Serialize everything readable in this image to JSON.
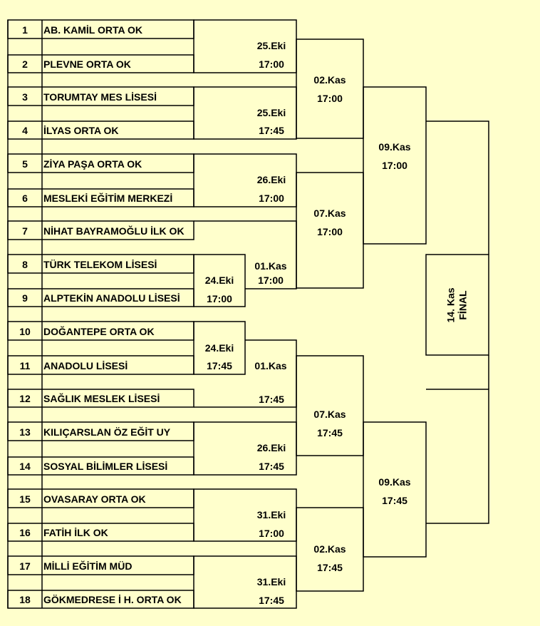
{
  "teams": [
    {
      "no": "1",
      "name": "AB. KAMİL ORTA OK"
    },
    {
      "no": "2",
      "name": "PLEVNE ORTA OK"
    },
    {
      "no": "3",
      "name": "TORUMTAY  MES LİSESİ"
    },
    {
      "no": "4",
      "name": "İLYAS ORTA OK"
    },
    {
      "no": "5",
      "name": "ZİYA PAŞA ORTA OK"
    },
    {
      "no": "6",
      "name": "MESLEKİ EĞİTİM MERKEZİ"
    },
    {
      "no": "7",
      "name": "NİHAT BAYRAMOĞLU İLK OK"
    },
    {
      "no": "8",
      "name": "TÜRK TELEKOM LİSESİ"
    },
    {
      "no": "9",
      "name": "ALPTEKİN ANADOLU LİSESİ"
    },
    {
      "no": "10",
      "name": "DOĞANTEPE ORTA OK"
    },
    {
      "no": "11",
      "name": "ANADOLU LİSESİ"
    },
    {
      "no": "12",
      "name": "SAĞLIK MESLEK LİSESİ"
    },
    {
      "no": "13",
      "name": "KILIÇARSLAN ÖZ EĞİT UY"
    },
    {
      "no": "14",
      "name": "SOSYAL BİLİMLER LİSESİ"
    },
    {
      "no": "15",
      "name": "OVASARAY ORTA OK"
    },
    {
      "no": "16",
      "name": "FATİH İLK OK"
    },
    {
      "no": "17",
      "name": "MİLLİ EĞİTİM MÜD"
    },
    {
      "no": "18",
      "name": "GÖKMEDRESE İ H. ORTA OK"
    }
  ],
  "matches": {
    "m_1_2": {
      "date": "25.Eki",
      "time": "17:00"
    },
    "m_3_4": {
      "date": "25.Eki",
      "time": "17:45"
    },
    "m_5_6": {
      "date": "26.Eki",
      "time": "17:00"
    },
    "m_8_9": {
      "date": "24.Eki",
      "time": "17:00"
    },
    "m_7_89": {
      "date": "01.Kas",
      "time": "17:00"
    },
    "m_10_11": {
      "date": "24.Eki",
      "time": "17:45"
    },
    "m_1011_12": {
      "date": "01.Kas",
      "time": "17:45"
    },
    "m_13_14": {
      "date": "26.Eki",
      "time": "17:45"
    },
    "m_15_16": {
      "date": "31.Eki",
      "time": "17:00"
    },
    "m_17_18": {
      "date": "31.Eki",
      "time": "17:45"
    },
    "r2_top": {
      "date": "02.Kas",
      "time": "17:00"
    },
    "r2_mid1": {
      "date": "07.Kas",
      "time": "17:00"
    },
    "r2_mid2": {
      "date": "07.Kas",
      "time": "17:45"
    },
    "r2_bot": {
      "date": "02.Kas",
      "time": "17:45"
    },
    "semi_top": {
      "date": "09.Kas",
      "time": "17:00"
    },
    "semi_bot": {
      "date": "09.Kas",
      "time": "17:45"
    }
  },
  "final": {
    "date": "14. Kas",
    "label": "FİNAL"
  }
}
